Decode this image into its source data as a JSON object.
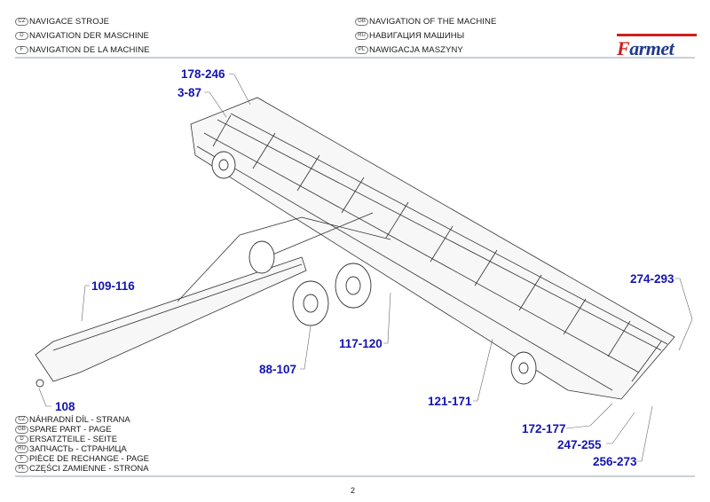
{
  "header": {
    "titles_left": [
      {
        "lang": "CZ",
        "text": "NAVIGACE STROJE"
      },
      {
        "lang": "D",
        "text": "NAVIGATION DER MASCHINE"
      },
      {
        "lang": "F",
        "text": "NAVIGATION DE LA MACHINE"
      }
    ],
    "titles_right": [
      {
        "lang": "GB",
        "text": "NAVIGATION OF THE MACHINE"
      },
      {
        "lang": "RU",
        "text": "НАВИГАЦИЯ МАШИНЫ"
      },
      {
        "lang": "PL",
        "text": "NAWIGACJA MASZYNY"
      }
    ],
    "logo": {
      "first_letter": "F",
      "rest": "armet"
    }
  },
  "diagram": {
    "callouts": [
      {
        "id": "c1",
        "label": "178-246"
      },
      {
        "id": "c2",
        "label": "3-87"
      },
      {
        "id": "c3",
        "label": "109-116"
      },
      {
        "id": "c4",
        "label": "108"
      },
      {
        "id": "c5",
        "label": "88-107"
      },
      {
        "id": "c6",
        "label": "117-120"
      },
      {
        "id": "c7",
        "label": "121-171"
      },
      {
        "id": "c8",
        "label": "274-293"
      },
      {
        "id": "c9",
        "label": "172-177"
      },
      {
        "id": "c10",
        "label": "247-255"
      },
      {
        "id": "c11",
        "label": "256-273"
      }
    ]
  },
  "legend": [
    {
      "lang": "CZ",
      "text": "NÁHRADNÍ DÍL - STRANA"
    },
    {
      "lang": "GB",
      "text": "SPARE PART - PAGE"
    },
    {
      "lang": "D",
      "text": "ERSATZTEILE - SEITE"
    },
    {
      "lang": "RU",
      "text": "ЗАПЧАСТЬ - СТРАНИЦА"
    },
    {
      "lang": "F",
      "text": "PIÈCE DE RECHANGE - PAGE"
    },
    {
      "lang": "PL",
      "text": "CZĘŚCI ZAMIENNE - STRONA"
    }
  ],
  "colors": {
    "callout": "#1414b4",
    "logo_red": "#d01e1e",
    "logo_blue": "#1f3a8f"
  },
  "footer": {
    "page_number": "2"
  }
}
